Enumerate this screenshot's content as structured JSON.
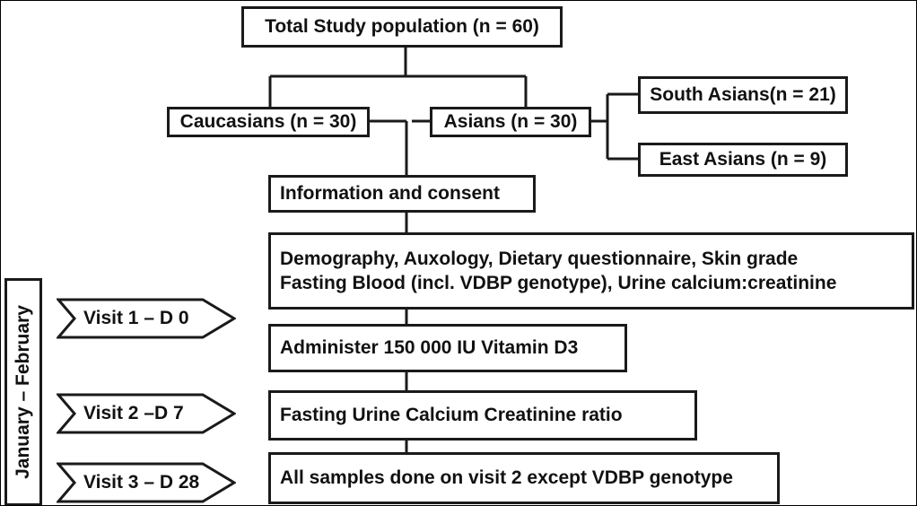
{
  "flow": {
    "total": "Total Study population (n = 60)",
    "caucasians": "Caucasians (n = 30)",
    "asians": "Asians (n = 30)",
    "south_asians": "South Asians(n = 21)",
    "east_asians": "East Asians (n = 9)",
    "consent": "Information and consent",
    "baseline_line1": "Demography, Auxology, Dietary questionnaire,  Skin grade",
    "baseline_line2": "Fasting Blood (incl. VDBP genotype), Urine calcium:creatinine",
    "administer": "Administer 150 000 IU Vitamin D3",
    "urine": "Fasting Urine Calcium Creatinine ratio",
    "samples": "All samples done on visit 2 except VDBP genotype"
  },
  "timeline": {
    "period": "January  –  February",
    "visits": [
      "Visit 1 – D 0",
      "Visit 2 –D 7",
      "Visit 3 – D 28"
    ]
  },
  "colors": {
    "line": "#1a1a1a",
    "box_fill": "#ffffff",
    "text": "#111111"
  }
}
